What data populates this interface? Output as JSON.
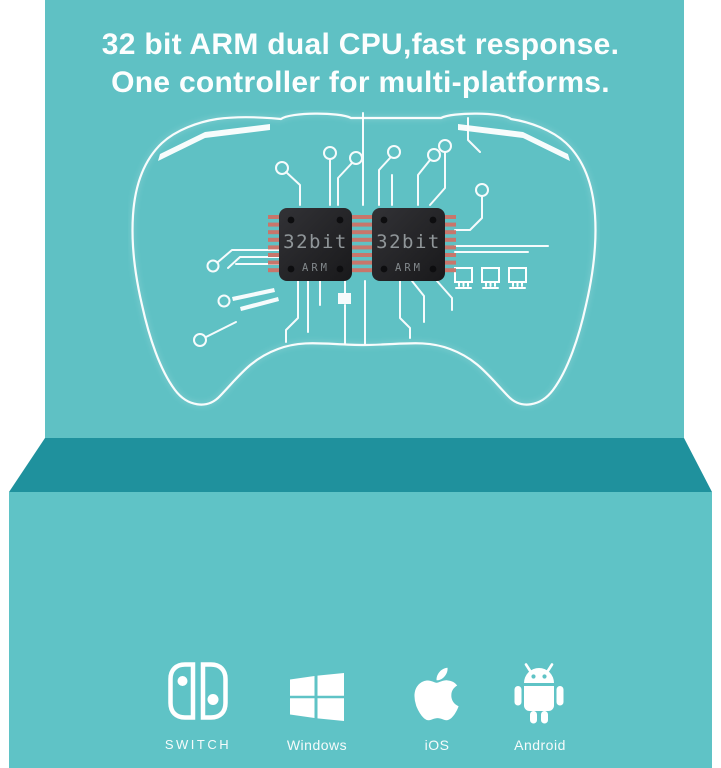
{
  "product_banner": {
    "top_section": {
      "headline": "32 bit ARM dual CPU,fast response.",
      "background_color": "#5fc1c4"
    },
    "divider": {
      "background_color": "#1f919d"
    },
    "bottom_section": {
      "headline": "One controller for multi-platforms.",
      "background_color": "#5fc3c6"
    },
    "chips": {
      "chip1": {
        "title": "32bit",
        "subtitle": "ARM"
      },
      "chip2": {
        "title": "32bit",
        "subtitle": "ARM"
      },
      "body_color": "#222225",
      "pin_color": "#c8766b",
      "text_color": "#909699"
    },
    "platforms": [
      {
        "icon": "switch-joycons-icon",
        "label": "SWITCH"
      },
      {
        "icon": "windows-logo-icon",
        "label": "Windows"
      },
      {
        "icon": "apple-logo-icon",
        "label": "iOS"
      },
      {
        "icon": "android-robot-icon",
        "label": "Android"
      }
    ],
    "text_color": "#ffffff"
  }
}
